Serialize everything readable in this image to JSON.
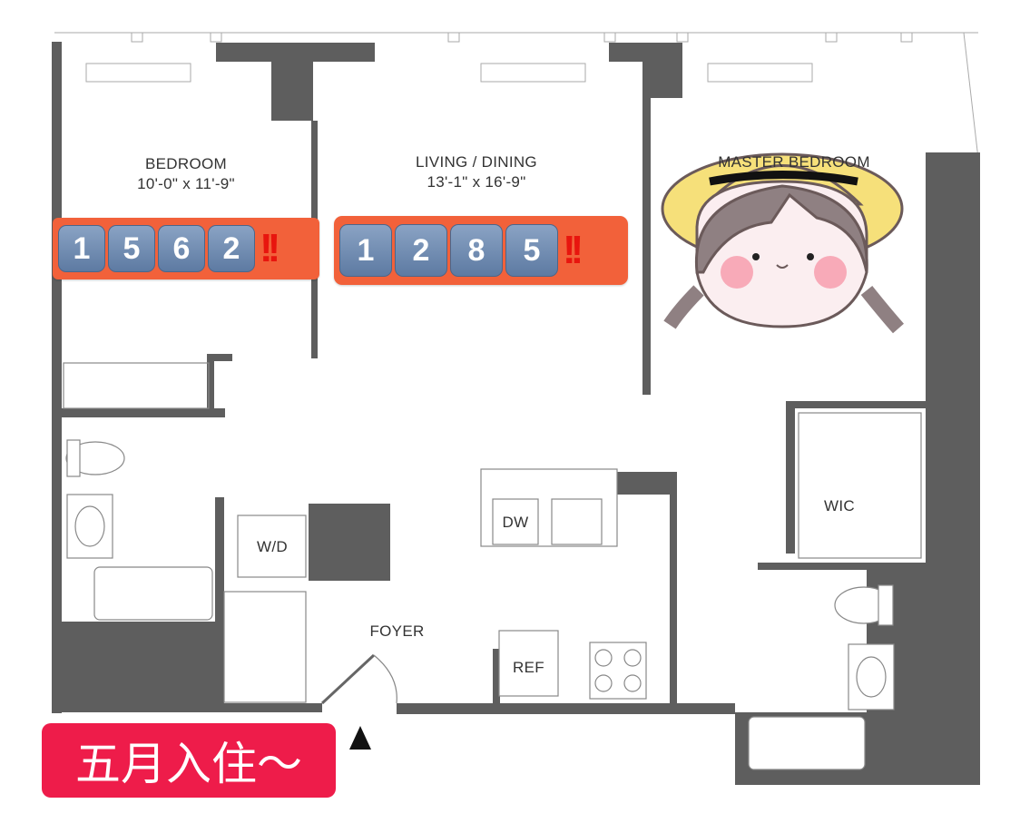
{
  "rooms": {
    "bedroom": {
      "name": "BEDROOM",
      "size": "10'-0\" x 11'-9\""
    },
    "living": {
      "name": "LIVING / DINING",
      "size": "13'-1\" x 16'-9\""
    },
    "master": {
      "name": "MASTER BEDROOM"
    },
    "wic": "WIC",
    "wd": "W/D",
    "dw": "DW",
    "ref": "REF",
    "foyer": "FOYER"
  },
  "badges": [
    {
      "digits": [
        "1",
        "5",
        "6",
        "2"
      ],
      "mark": "!!"
    },
    {
      "digits": [
        "1",
        "2",
        "8",
        "5"
      ],
      "mark": "!!"
    }
  ],
  "move_in": "五月入住～",
  "colors": {
    "wall": "#5e5e5e",
    "badge": "#f2613a",
    "move_in": "#ee1c4a"
  }
}
